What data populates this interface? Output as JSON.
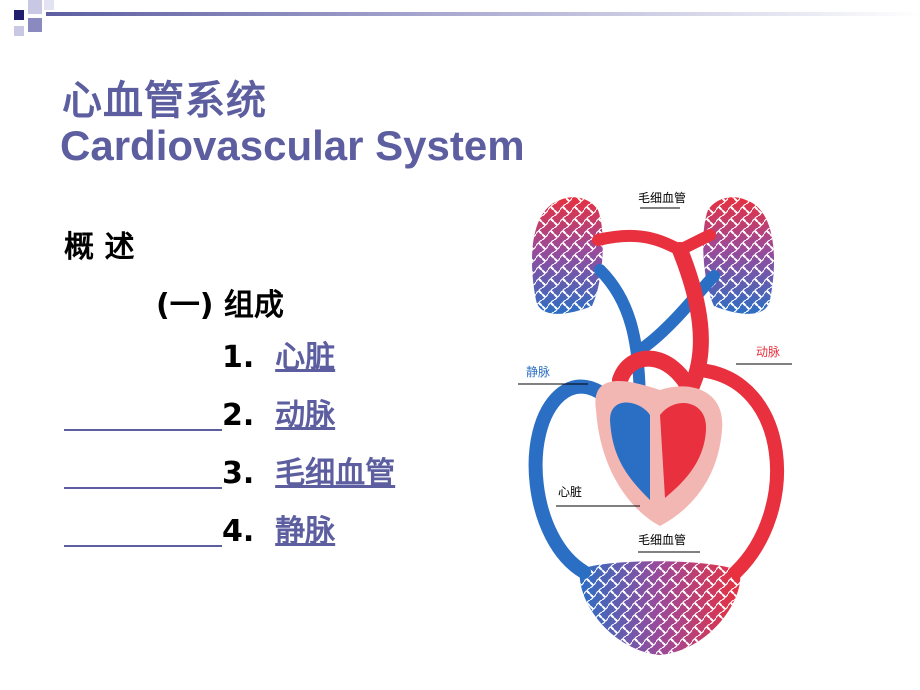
{
  "slide": {
    "title_zh": "心血管系统",
    "title_en": "Cardiovascular System"
  },
  "content": {
    "overview": "概 述",
    "section": "(一) 组成",
    "items": [
      {
        "num": "1.",
        "label": "心脏"
      },
      {
        "num": "2.",
        "label": "动脉"
      },
      {
        "num": "3.",
        "label": "毛细血管"
      },
      {
        "num": "4.",
        "label": "静脉"
      }
    ]
  },
  "diagram": {
    "labels": {
      "capillary_top": "毛细血管",
      "artery": "动脉",
      "vein": "静脉",
      "heart": "心脏",
      "capillary_bottom": "毛细血管"
    },
    "colors": {
      "arterial": "#e8303e",
      "venous": "#2b6fc4",
      "heart_bg": "#f3b7b3",
      "mixed": "#9b4a9a"
    }
  },
  "theme": {
    "accent": "#5c5ea0",
    "deco_dark": "#1f1f6e",
    "deco_light": "#c8c8e4"
  }
}
